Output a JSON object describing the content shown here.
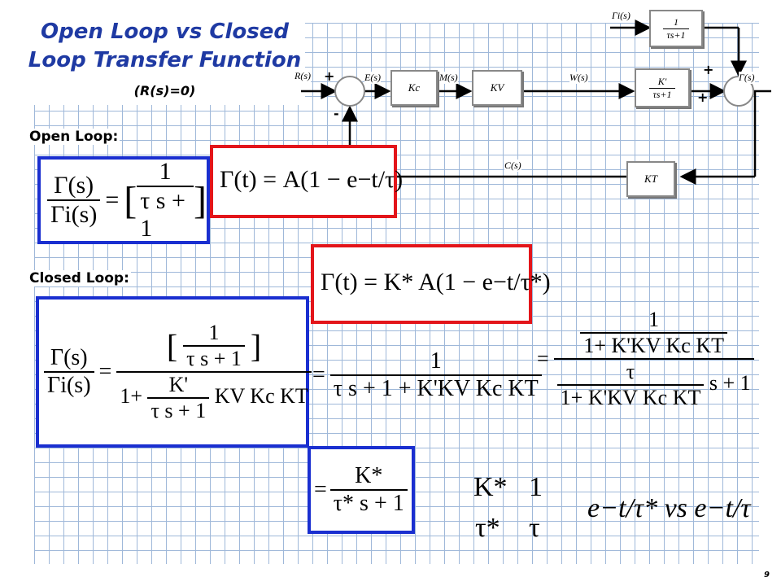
{
  "title": {
    "main": "Open Loop vs Closed Loop Transfer Function",
    "condition": "(R(s)=0)"
  },
  "labels": {
    "open_loop": "Open Loop:",
    "closed_loop": "Closed Loop:"
  },
  "page_number": "9",
  "diagram": {
    "signals": {
      "R": "R(s)",
      "E": "E(s)",
      "M": "M(s)",
      "W": "W(s)",
      "Gamma": "Γ(s)",
      "Gamma_i": "Γi(s)",
      "C": "C(s)"
    },
    "blocks": {
      "Kc": "Kc",
      "Kv": "KV",
      "Kprime": "K'",
      "Kprime_den": "τs+1",
      "KT": "KT",
      "lag_num": "1",
      "lag_den": "τs+1"
    },
    "signs": {
      "plus_r": "+",
      "minus_fb": "-",
      "plus_top": "+",
      "plus_side": "+"
    }
  },
  "equations": {
    "open_tf_lhs_num": "Γ(s)",
    "open_tf_lhs_den": "Γi(s)",
    "open_tf_rhs_num": "1",
    "open_tf_rhs_den": "τ s + 1",
    "open_time": "Γ(t) = A(1 − e−t/τ)",
    "closed_time": "Γ(t) = K* A(1 − e−t/τ*)",
    "closed_main_num": "1",
    "closed_main_den1": "τ s + 1",
    "closed_main_Kp": "K'",
    "closed_main_den2": "τ s + 1",
    "closed_main_tail": "KV Kc KT",
    "closed_mid_num": "1",
    "closed_mid_den": "τ s + 1 + K'KV Kc KT",
    "closed_right_num1": "1",
    "closed_right_den1": "1+ K'KV Kc KT",
    "closed_right_num2": "τ",
    "closed_right_den2": "1+ K'KV Kc KT",
    "closed_final_num": "K*",
    "closed_final_den": "τ* s + 1",
    "cmp_gain_left": "K*",
    "cmp_gain_right": "1",
    "cmp_tau_left": "τ*",
    "cmp_tau_right": "τ",
    "cmp_exp": "e−t/τ* vs e−t/τ"
  }
}
